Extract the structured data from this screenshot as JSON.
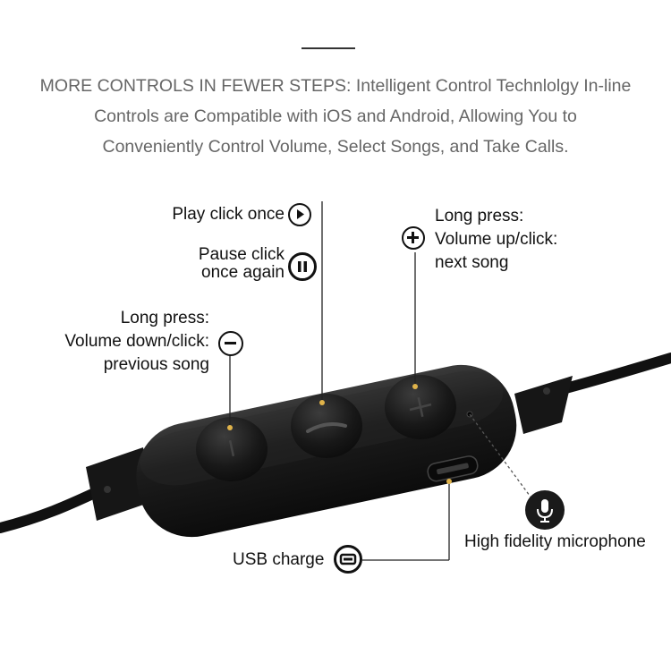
{
  "headline": {
    "line1": "MORE CONTROLS IN FEWER STEPS: Intelligent Control Technlolgy In-line",
    "line2": "Controls are Compatible with iOS and Android, Allowing You to",
    "line3": "Conveniently Control Volume, Select Songs, and Take Calls."
  },
  "callouts": {
    "play": "Play click once",
    "pause_line1": "Pause click",
    "pause_line2": "once again",
    "vol_up_line1": "Long press:",
    "vol_up_line2": "Volume up/click:",
    "vol_up_line3": "next song",
    "vol_down_line1": "Long press:",
    "vol_down_line2": "Volume down/click:",
    "vol_down_line3": "previous song",
    "usb": "USB charge",
    "mic": "High fidelity microphone"
  },
  "icons": {
    "play": "play-icon",
    "pause": "pause-icon",
    "plus": "plus-icon",
    "minus": "minus-icon",
    "usb": "usb-port-icon",
    "mic": "microphone-icon"
  },
  "colors": {
    "remote_body": "#1a1a1a",
    "text": "#111111",
    "headline": "#666666"
  }
}
